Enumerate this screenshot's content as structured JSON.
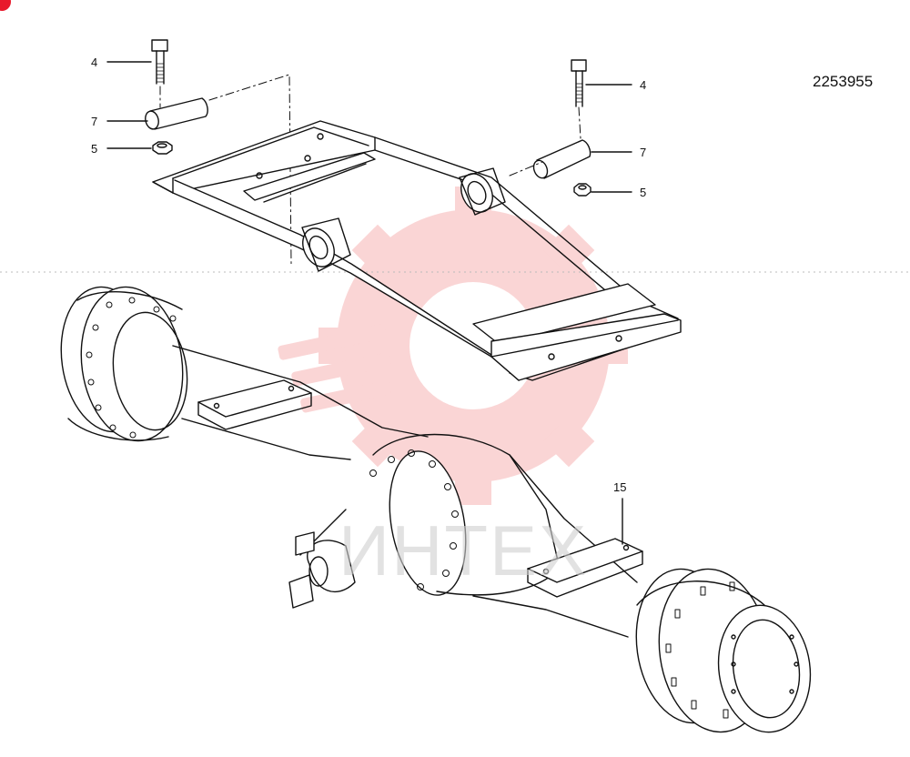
{
  "reference_number": "2253955",
  "callouts": {
    "left_bolt": "4",
    "left_pin": "7",
    "left_nut": "5",
    "right_bolt": "4",
    "right_pin": "7",
    "right_nut": "5",
    "axle": "15"
  },
  "watermark": {
    "text": "ИНТЕХ",
    "color": "#f5a3a3"
  },
  "colors": {
    "line": "#111111",
    "corner_marker": "#e8192c"
  }
}
